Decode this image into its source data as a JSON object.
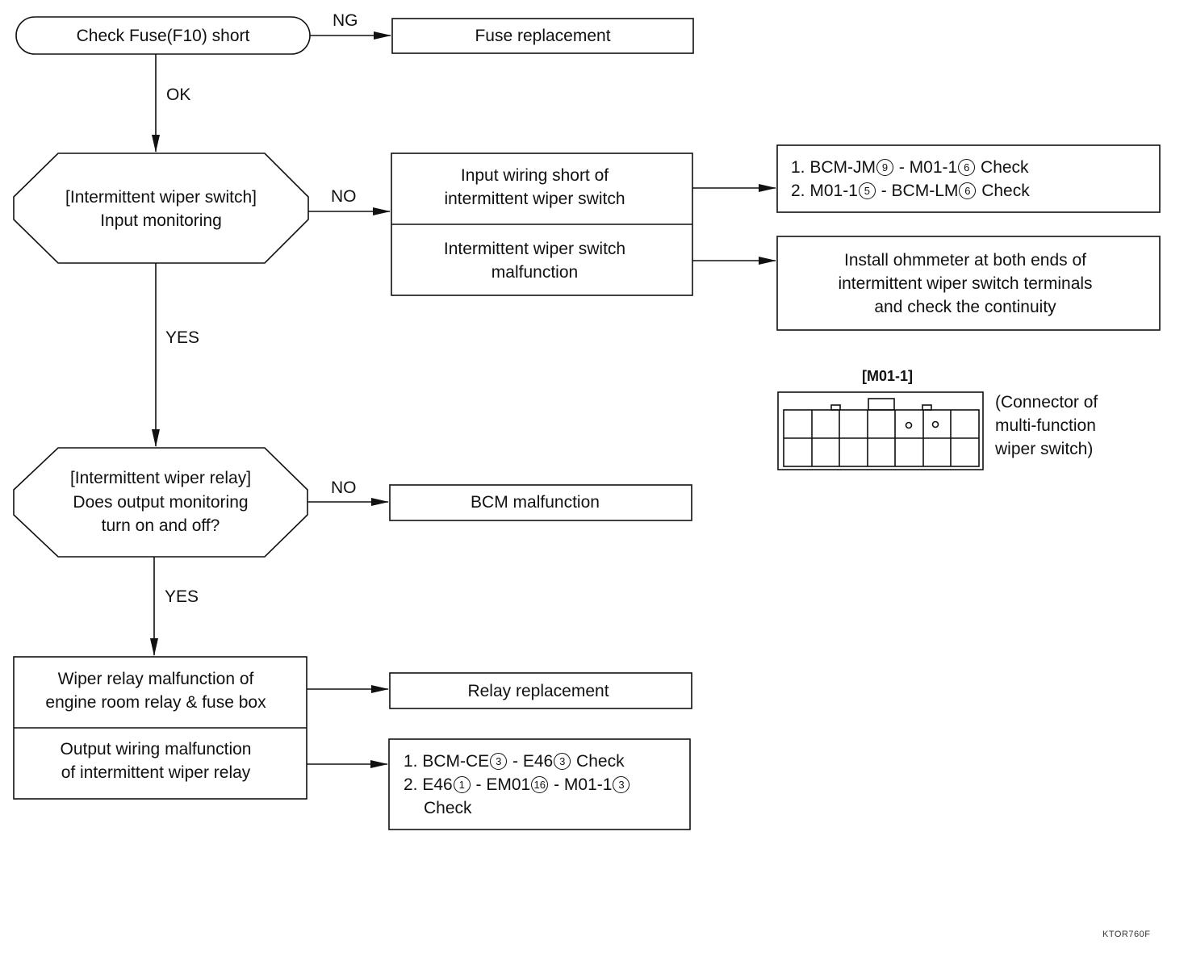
{
  "nodes": {
    "check_fuse": "Check Fuse(F10) short",
    "fuse_replacement": "Fuse replacement",
    "switch_monitor": [
      "[Intermittent wiper switch]",
      "Input monitoring"
    ],
    "input_wiring_short": [
      "Input wiring short of",
      "intermittent wiper switch"
    ],
    "switch_malfunction": [
      "Intermittent wiper switch",
      "malfunction"
    ],
    "check_list_1": {
      "line1": {
        "prefix": "1. BCM-JM",
        "n1": "9",
        "mid": " - M01-1",
        "n2": "6",
        "suffix": "  Check"
      },
      "line2": {
        "prefix": "2. M01-1",
        "n1": "5",
        "mid": " - BCM-LM",
        "n2": "6",
        "suffix": " Check"
      }
    },
    "ohmmeter": [
      "Install ohmmeter at both ends of",
      "intermittent wiper switch terminals",
      "and check the continuity"
    ],
    "relay_monitor": [
      "[Intermittent wiper relay]",
      "Does output monitoring",
      "turn on and off?"
    ],
    "bcm_malfunction": "BCM malfunction",
    "relay_malfunction": [
      "Wiper relay malfunction of",
      "engine room relay & fuse box"
    ],
    "output_wiring": [
      "Output wiring malfunction",
      "of intermittent wiper relay"
    ],
    "relay_replacement": "Relay replacement",
    "check_list_2": {
      "line1": {
        "prefix": "1. BCM-CE",
        "n1": "3",
        "mid": " - E46",
        "n2": "3",
        "suffix": " Check"
      },
      "line2": {
        "prefix": "2. E46",
        "n1": "1",
        "mid": " - EM01",
        "n2": "16",
        "mid2": " - M01-1",
        "n3": "3"
      },
      "line3": "Check"
    }
  },
  "edge_labels": {
    "ng": "NG",
    "ok": "OK",
    "no_1": "NO",
    "yes_1": "YES",
    "no_2": "NO",
    "yes_2": "YES"
  },
  "connector": {
    "title": "[M01-1]",
    "caption": [
      "(Connector of",
      "multi-function",
      "wiper switch)"
    ]
  },
  "figure_ref": "KTOR760F"
}
